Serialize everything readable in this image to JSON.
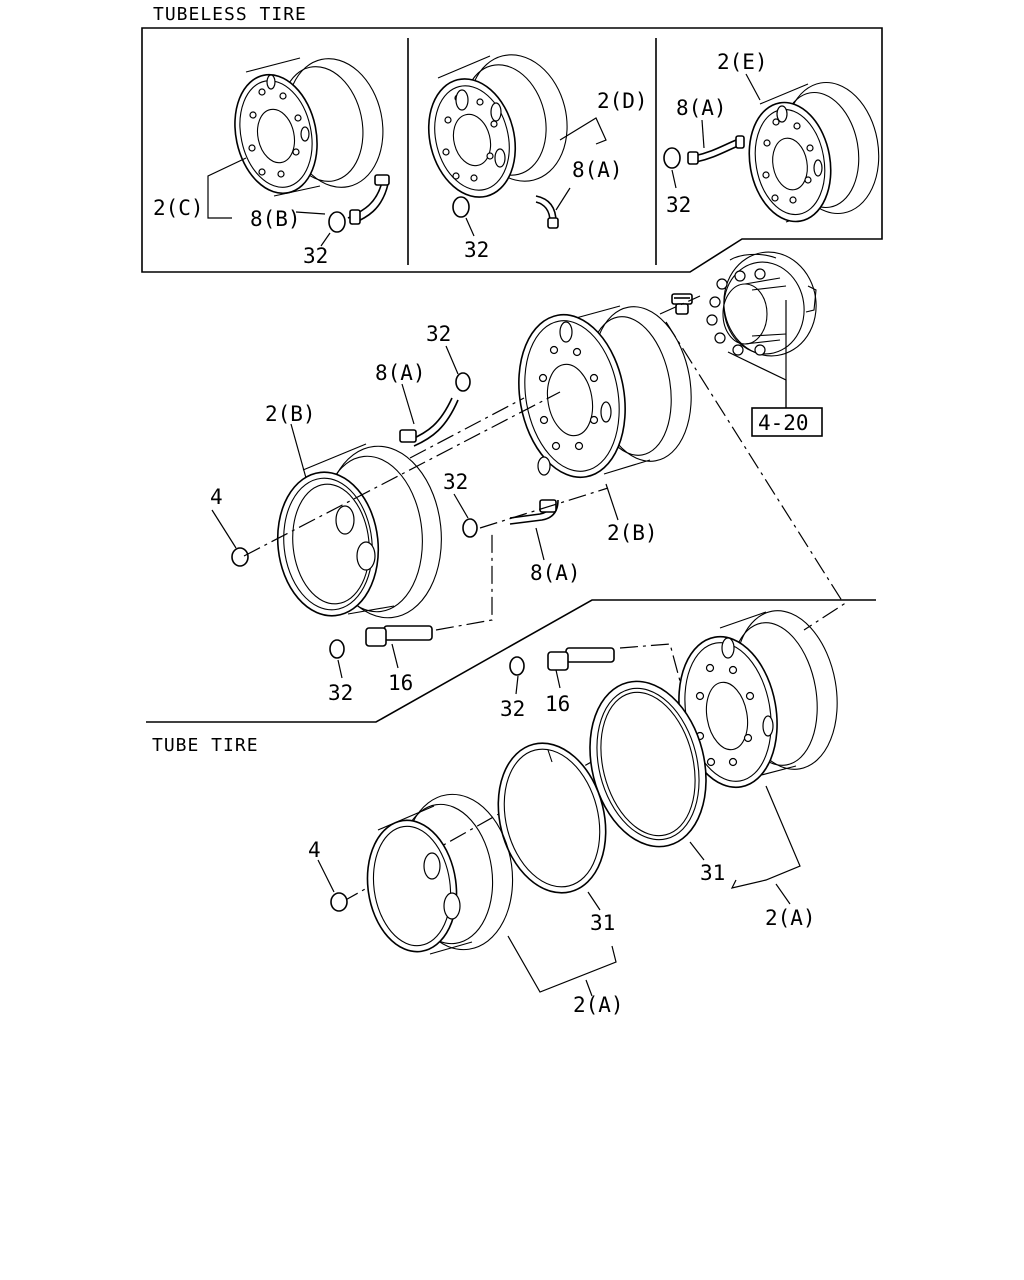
{
  "sections": {
    "tubeless": "TUBELESS TIRE",
    "tube": "TUBE TIRE"
  },
  "callouts": {
    "c2C": "2(C)",
    "c8B": "8(B)",
    "c32a": "32",
    "c2D": "2(D)",
    "c8Aa": "8(A)",
    "c32b": "32",
    "c2E": "2(E)",
    "c8Ab": "8(A)",
    "c32c": "32",
    "c32d": "32",
    "c8Ac": "8(A)",
    "c2Ba": "2(B)",
    "c4a": "4",
    "c32e": "32",
    "c2Bb": "2(B)",
    "c8Ad": "8(A)",
    "c32f": "32",
    "c16a": "16",
    "c32g": "32",
    "c16b": "16",
    "c4b": "4",
    "c31a": "31",
    "c31b": "31",
    "c2Aa": "2(A)",
    "c2Ab": "2(A)"
  },
  "reference_box": "4-20"
}
